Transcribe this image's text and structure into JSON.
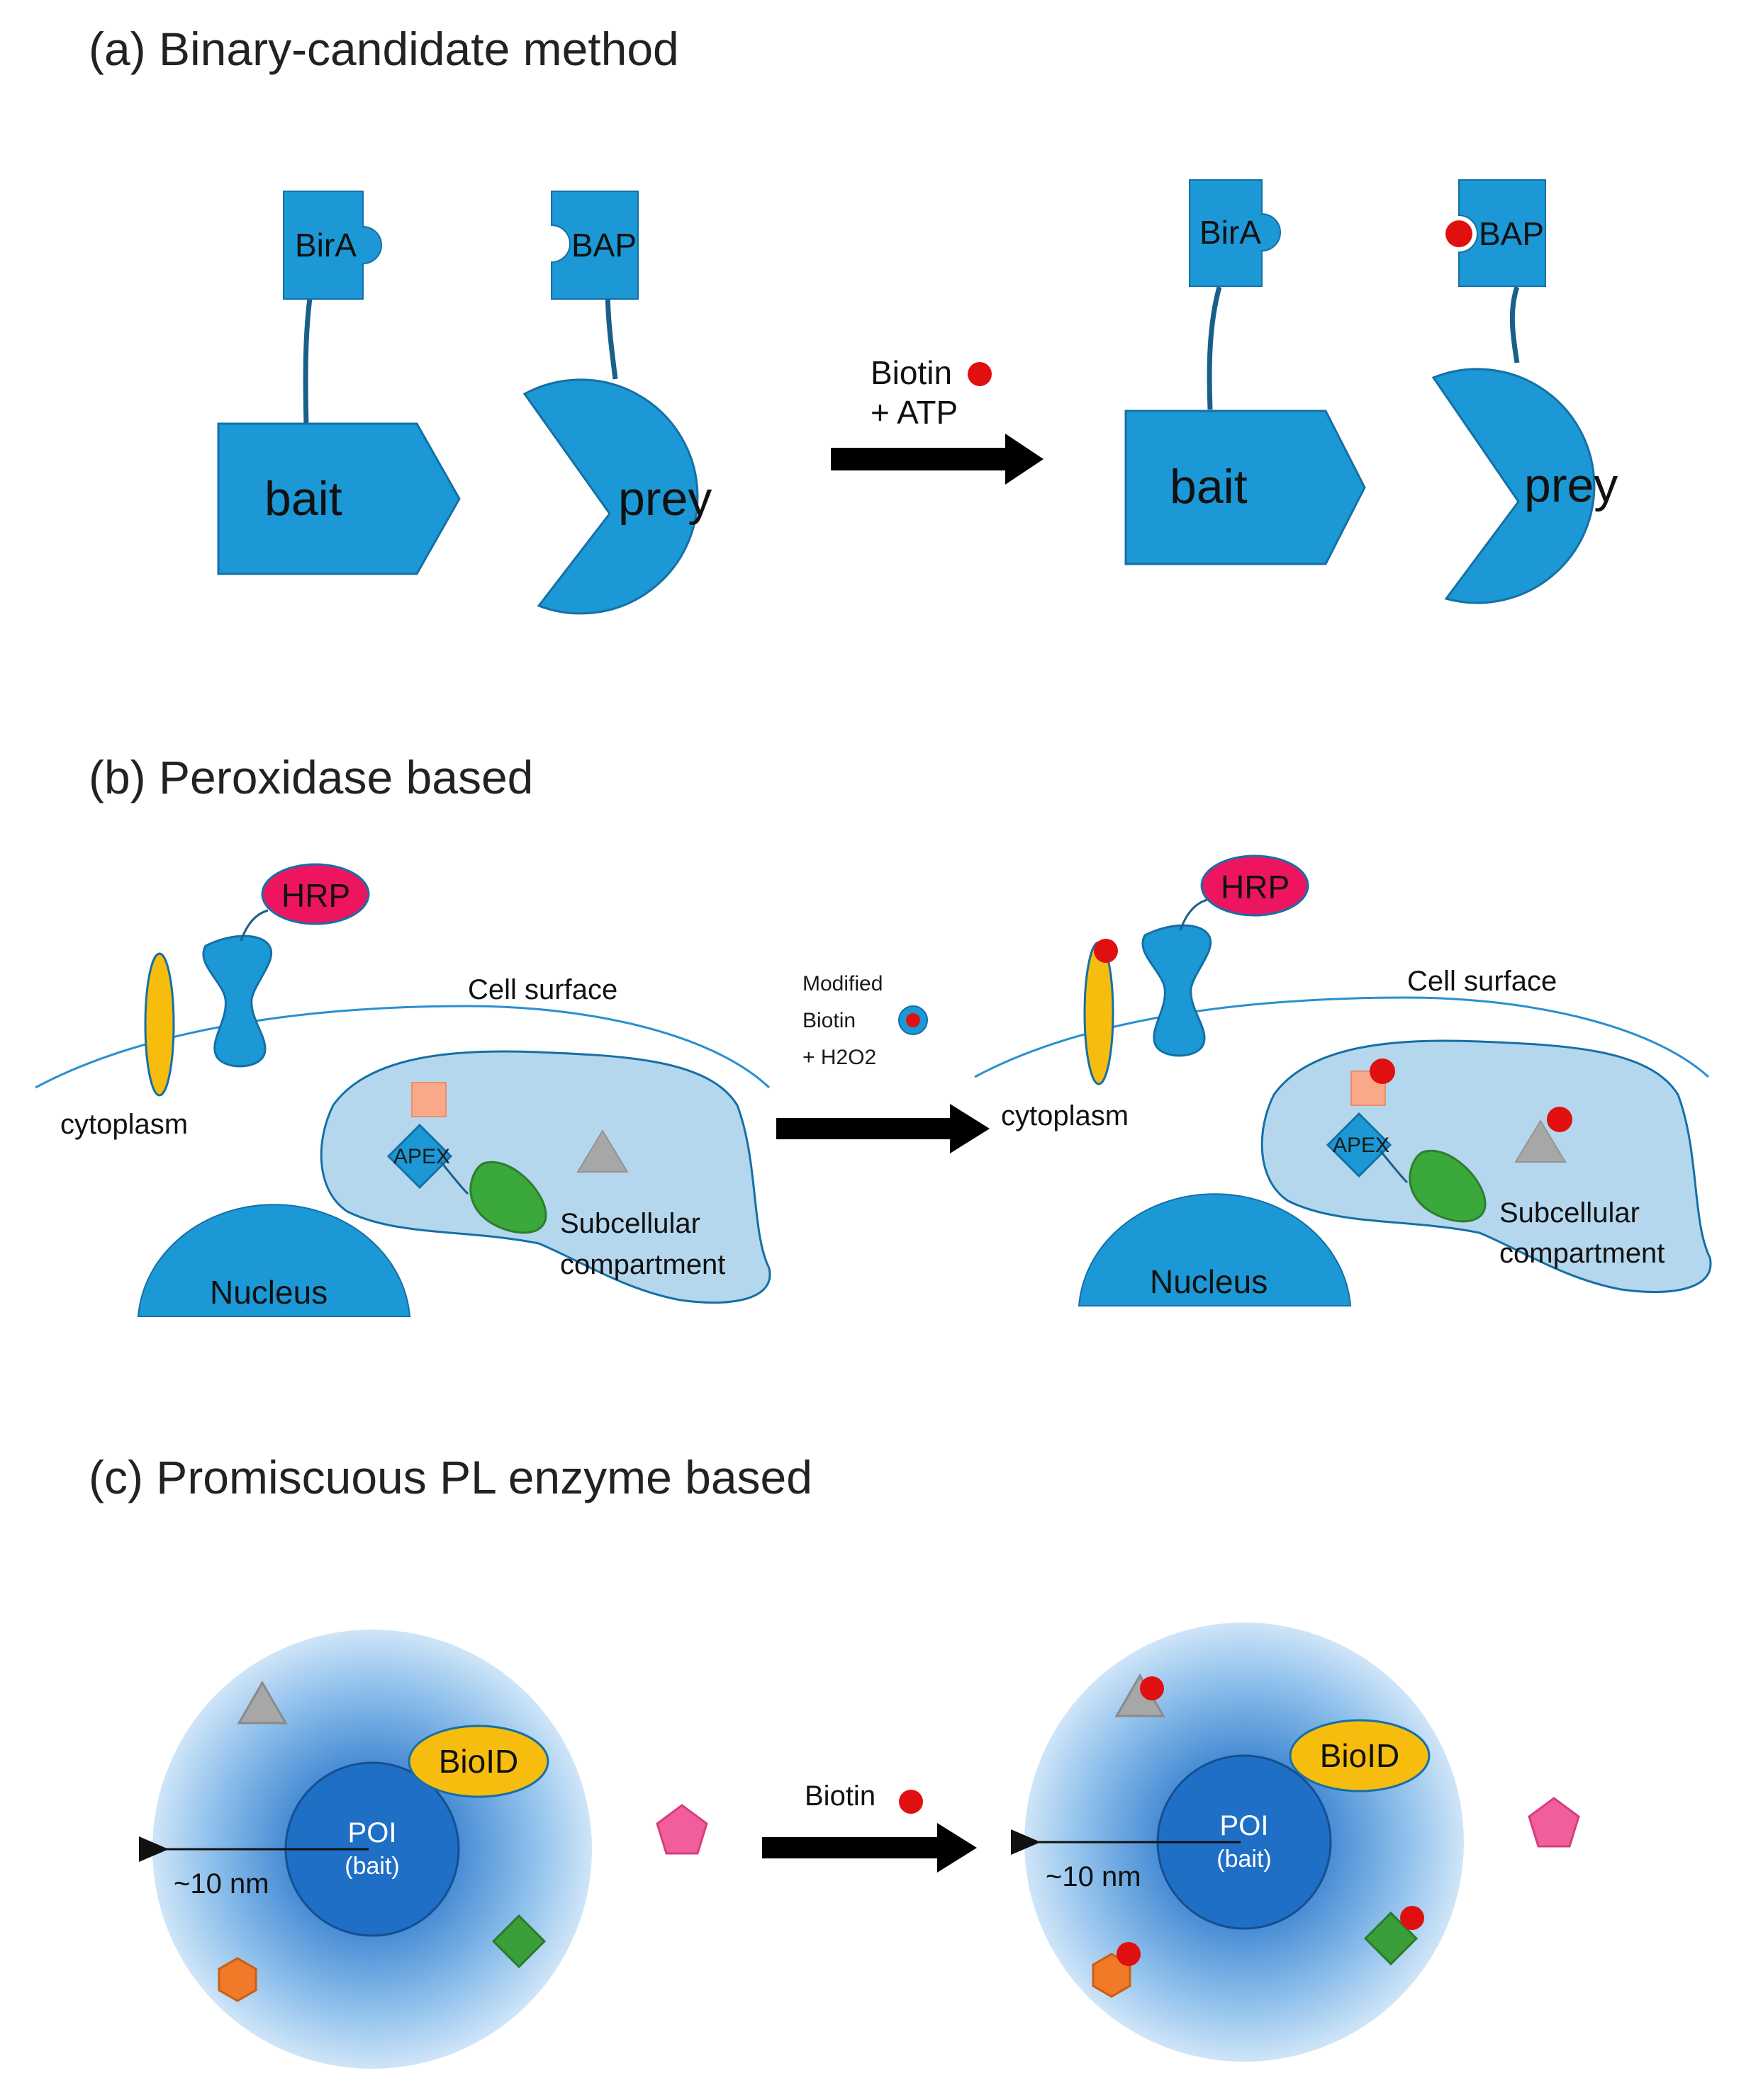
{
  "colors": {
    "protein_blue": "#1b98d5",
    "protein_stroke": "#1570a6",
    "biotin_red": "#e01010",
    "hrp_pink": "#ee1560",
    "membrane_yellow": "#f6bd0e",
    "apex_green": "#3aa83a",
    "compartment_fill": "#b5d7ee",
    "poi_blue": "#1f6fc6",
    "bioid_yellow": "#f6bd0e",
    "triangle_gray": "#a7a7a7",
    "square_salmon": "#f9a98a",
    "pentagon_pink": "#f25d9c",
    "hexagon_orange": "#f07a28",
    "diamond_green": "#3a9e3a"
  },
  "panel_a": {
    "title": "(a) Binary-candidate method",
    "before": {
      "tag_left": "BirA",
      "tag_right": "BAP",
      "bait": "bait",
      "prey": "prey"
    },
    "reagent_line1": "Biotin",
    "reagent_line2": "+ ATP",
    "after": {
      "tag_left": "BirA",
      "tag_right": "BAP",
      "bait": "bait",
      "prey": "prey"
    }
  },
  "panel_b": {
    "title": "(b) Peroxidase based",
    "before": {
      "hrp": "HRP",
      "cell_surface": "Cell surface",
      "cytoplasm": "cytoplasm",
      "apex": "APEX",
      "subcellular_line1": "Subcellular",
      "subcellular_line2": "compartment",
      "nucleus": "Nucleus"
    },
    "reagent_line1": "Modified",
    "reagent_line2": "Biotin",
    "reagent_line3": "+ H2O2",
    "after": {
      "hrp": "HRP",
      "cell_surface": "Cell surface",
      "cytoplasm": "cytoplasm",
      "apex": "APEX",
      "subcellular_line1": "Subcellular",
      "subcellular_line2": "compartment",
      "nucleus": "Nucleus"
    }
  },
  "panel_c": {
    "title": "(c) Promiscuous PL enzyme based",
    "before": {
      "bioid": "BioID",
      "poi": "POI",
      "poi_sub": "(bait)",
      "radius": "~10 nm"
    },
    "reagent": "Biotin",
    "after": {
      "bioid": "BioID",
      "poi": "POI",
      "poi_sub": "(bait)",
      "radius": "~10 nm"
    }
  }
}
